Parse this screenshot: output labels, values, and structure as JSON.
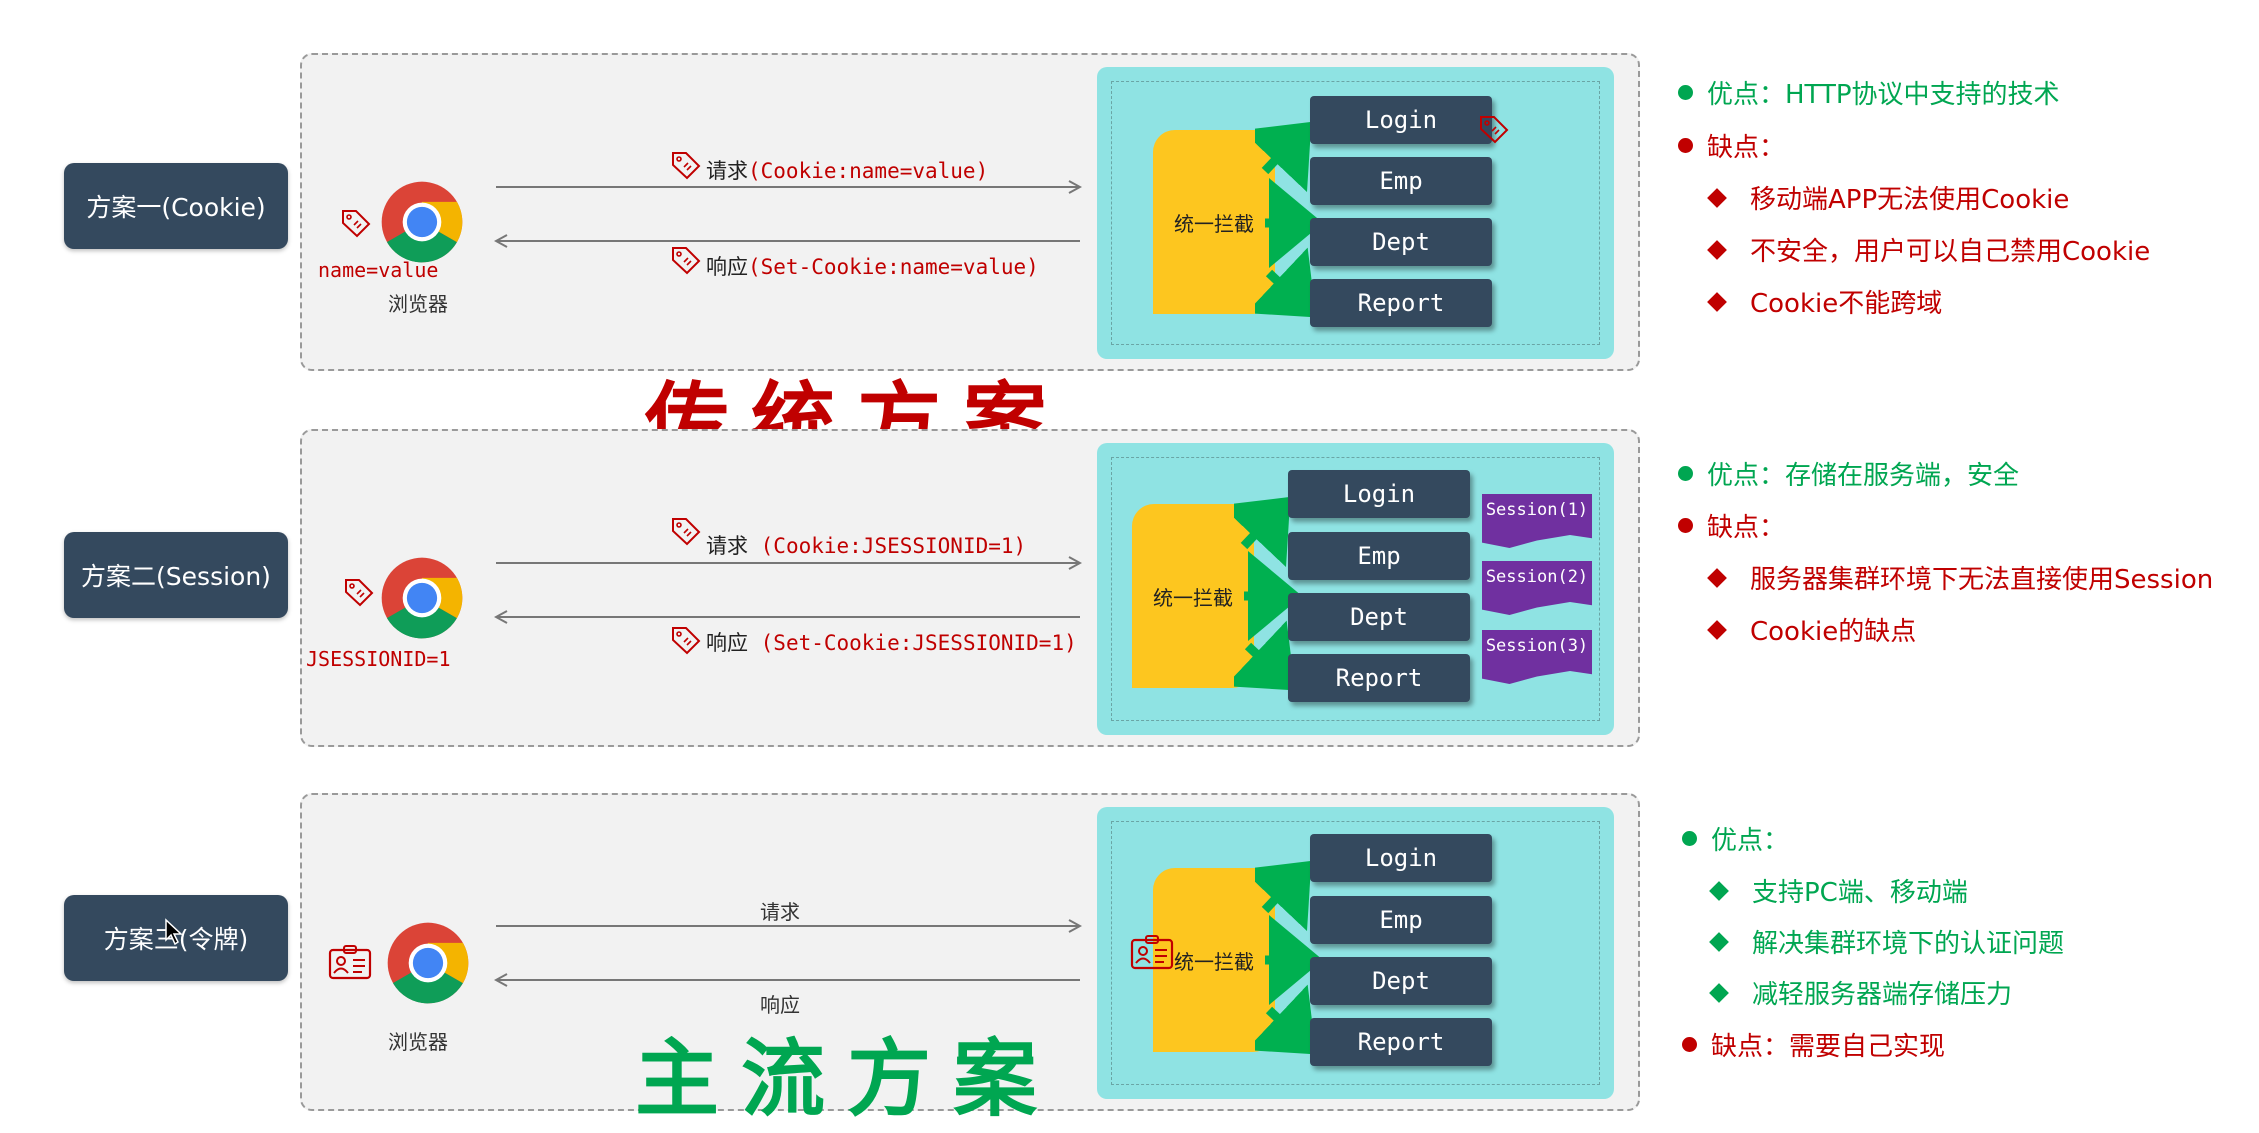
{
  "schemes": [
    {
      "label": "方案一(Cookie)",
      "browser_value": "name=value",
      "browser_name": "浏览器",
      "request_cn": "请求",
      "request_detail": "(Cookie:name=value)",
      "response_cn": "响应",
      "response_detail": "(Set-Cookie:name=value)",
      "interceptor": "统一拦截",
      "services": [
        "Login",
        "Emp",
        "Dept",
        "Report"
      ]
    },
    {
      "label": "方案二(Session)",
      "browser_value": "JSESSIONID=1",
      "request_cn": "请求",
      "request_detail": "(Cookie:JSESSIONID=1)",
      "response_cn": "响应",
      "response_detail": "(Set-Cookie:JSESSIONID=1)",
      "interceptor": "统一拦截",
      "services": [
        "Login",
        "Emp",
        "Dept",
        "Report"
      ],
      "sessions": [
        "Session(1)",
        "Session(2)",
        "Session(3)"
      ]
    },
    {
      "label": "方案三(令牌)",
      "browser_name": "浏览器",
      "request_cn": "请求",
      "response_cn": "响应",
      "interceptor": "统一拦截",
      "services": [
        "Login",
        "Emp",
        "Dept",
        "Report"
      ]
    }
  ],
  "stamps": {
    "traditional": "传统方案",
    "mainstream": "主流方案"
  },
  "notes": [
    {
      "items": [
        {
          "kind": "pro",
          "text": "优点：HTTP协议中支持的技术"
        },
        {
          "kind": "con",
          "text": "缺点："
        },
        {
          "kind": "sub-con",
          "text": "移动端APP无法使用Cookie"
        },
        {
          "kind": "sub-con",
          "text": "不安全，用户可以自己禁用Cookie"
        },
        {
          "kind": "sub-con",
          "text": "Cookie不能跨域"
        }
      ]
    },
    {
      "items": [
        {
          "kind": "pro",
          "text": "优点：存储在服务端，安全"
        },
        {
          "kind": "con",
          "text": "缺点："
        },
        {
          "kind": "sub-con",
          "text": "服务器集群环境下无法直接使用Session"
        },
        {
          "kind": "sub-con",
          "text": "Cookie的缺点"
        }
      ]
    },
    {
      "items": [
        {
          "kind": "pro",
          "text": "优点："
        },
        {
          "kind": "sub-pro",
          "text": "支持PC端、移动端"
        },
        {
          "kind": "sub-pro",
          "text": "解决集群环境下的认证问题"
        },
        {
          "kind": "sub-pro",
          "text": "减轻服务器端存储压力"
        },
        {
          "kind": "con",
          "text": "缺点：需要自己实现"
        }
      ]
    }
  ],
  "colors": {
    "label_bg": "#34495e",
    "panel_bg": "#f2f2f2",
    "server_bg": "#8fe3e3",
    "interceptor": "#fdc61f",
    "arrow_green": "#00b050",
    "session_purple": "#7030a0",
    "pro_green": "#00a651",
    "con_red": "#c00000"
  }
}
